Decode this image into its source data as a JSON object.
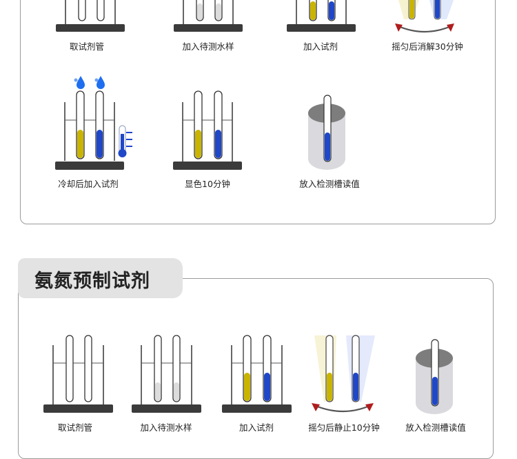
{
  "colors": {
    "yellow": "#c9b400",
    "blue": "#1f47c8",
    "base": "#3b3b3b",
    "drop": "#1e6ff0",
    "arrow": "#b01c1c",
    "cup": "#d9d9de",
    "cup_top": "#7d7d7d"
  },
  "section1": {
    "steps": [
      {
        "label": "取试剂管",
        "icon": "beaker-two-empty-tubes-icon"
      },
      {
        "label": "加入待测水样",
        "icon": "beaker-water-sample-icon"
      },
      {
        "label": "加入试剂",
        "icon": "beaker-reagent-tubes-icon"
      },
      {
        "label": "摇匀后消解30分钟",
        "icon": "shake-digest-icon"
      },
      {
        "label": "冷却后加入试剂",
        "icon": "cool-add-reagent-icon"
      },
      {
        "label": "显色10分钟",
        "icon": "color-develop-icon"
      },
      {
        "label": "放入检测槽读值",
        "icon": "detection-cell-icon"
      }
    ]
  },
  "section2": {
    "title": "氨氮预制试剂",
    "steps": [
      {
        "label": "取试剂管",
        "icon": "beaker-two-empty-tubes-icon"
      },
      {
        "label": "加入待测水样",
        "icon": "beaker-water-sample-icon"
      },
      {
        "label": "加入试剂",
        "icon": "beaker-reagent-tubes-icon"
      },
      {
        "label": "摇匀后静止10分钟",
        "icon": "shake-rest-icon"
      },
      {
        "label": "放入检测槽读值",
        "icon": "detection-cell-icon"
      }
    ]
  }
}
